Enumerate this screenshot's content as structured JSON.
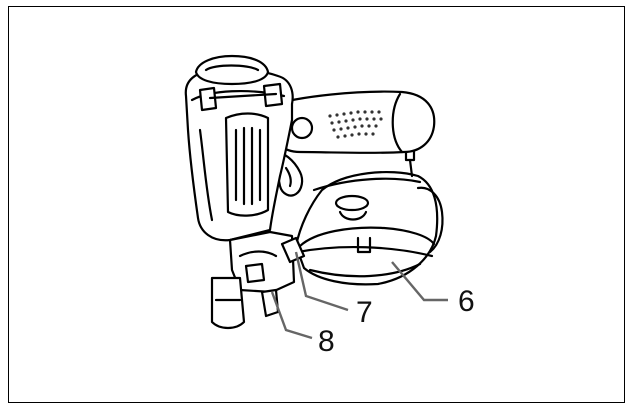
{
  "diagram": {
    "callouts": [
      {
        "id": "6",
        "label": "6"
      },
      {
        "id": "7",
        "label": "7"
      },
      {
        "id": "8",
        "label": "8"
      }
    ],
    "colors": {
      "stroke": "#000000",
      "fill": "#ffffff",
      "leader": "#666666",
      "dots": "#333333"
    }
  }
}
